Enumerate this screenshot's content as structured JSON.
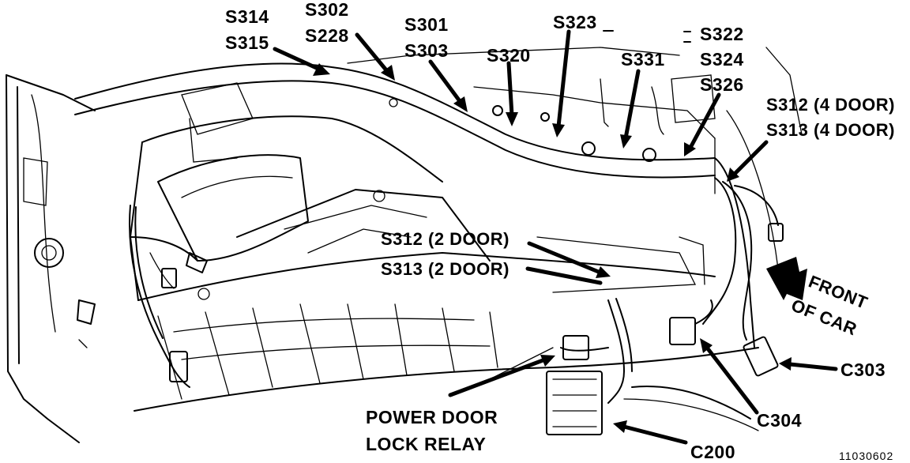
{
  "labels": {
    "s314": "S314",
    "s315": "S315",
    "s302": "S302",
    "s228": "S228",
    "s301": "S301",
    "s303": "S303",
    "s320": "S320",
    "s323": "S323",
    "s331": "S331",
    "s322": "S322",
    "s324": "S324",
    "s326": "S326",
    "s312_4door": "S312 (4 DOOR)",
    "s313_4door": "S313 (4 DOOR)",
    "s312_2door": "S312 (2 DOOR)",
    "s313_2door": "S313 (2 DOOR)",
    "front_line1": "FRONT",
    "front_line2": "OF CAR",
    "c303": "C303",
    "c304": "C304",
    "c200": "C200",
    "relay_line1": "POWER DOOR",
    "relay_line2": "LOCK RELAY",
    "figure_number": "11030602"
  }
}
